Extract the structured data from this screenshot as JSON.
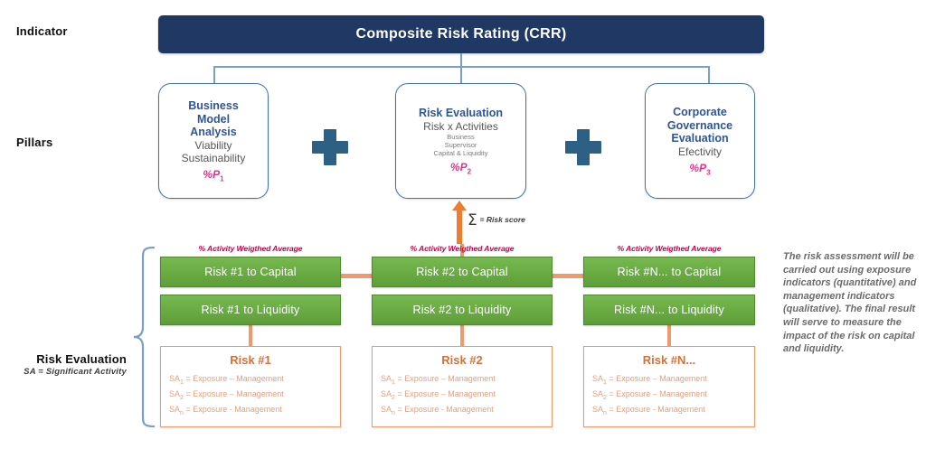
{
  "row_labels": {
    "indicator": "Indicator",
    "pillars": "Pillars",
    "risk_evaluation_title": "Risk Evaluation",
    "risk_evaluation_sub": "SA = Significant Activity"
  },
  "indicator": {
    "title": "Composite Risk Rating (CRR)"
  },
  "pillars": [
    {
      "id": "business-model-analysis",
      "title_lines": [
        "Business",
        "Model",
        "Analysis"
      ],
      "sub_lines": [
        "Viability",
        "Sustainability"
      ],
      "small_lines": [],
      "percent": "%P",
      "percent_sub": "1"
    },
    {
      "id": "risk-evaluation",
      "title_lines": [
        "Risk Evaluation"
      ],
      "sub_lines": [
        "Risk x Activities"
      ],
      "small_lines": [
        "Business",
        "Supervisor",
        "Capital & Liquidity"
      ],
      "percent": "%P",
      "percent_sub": "2"
    },
    {
      "id": "corporate-governance-evaluation",
      "title_lines": [
        "Corporate",
        "Governance",
        "Evaluation"
      ],
      "sub_lines": [
        "Efectivity"
      ],
      "small_lines": [],
      "percent": "%P",
      "percent_sub": "3"
    }
  ],
  "operators": {
    "plus_1": "plus-icon",
    "plus_2": "plus-icon"
  },
  "sigma_note": {
    "symbol": "Σ",
    "text": "= Risk score"
  },
  "columns": [
    {
      "id": "risk-1",
      "weighted_label": "% Activity Weigthed Average",
      "capital_label": "Risk #1 to Capital",
      "liquidity_label": "Risk #1 to Liquidity",
      "risk_title": "Risk #1",
      "risk_lines": [
        {
          "sa": "SA",
          "sub": "1",
          "formula": "= Exposure – Management"
        },
        {
          "sa": "SA",
          "sub": "2",
          "formula": "= Exposure – Management"
        },
        {
          "sa": "SA",
          "sub": "n",
          "formula": "= Exposure - Management"
        }
      ]
    },
    {
      "id": "risk-2",
      "weighted_label": "% Activity Weigthed Average",
      "capital_label": "Risk #2 to Capital",
      "liquidity_label": "Risk #2 to Liquidity",
      "risk_title": "Risk #2",
      "risk_lines": [
        {
          "sa": "SA",
          "sub": "1",
          "formula": "= Exposure – Management"
        },
        {
          "sa": "SA",
          "sub": "2",
          "formula": "= Exposure – Management"
        },
        {
          "sa": "SA",
          "sub": "n",
          "formula": "= Exposure - Management"
        }
      ]
    },
    {
      "id": "risk-n",
      "weighted_label": "% Activity Weigthed Average",
      "capital_label": "Risk #N... to Capital",
      "liquidity_label": "Risk #N... to Liquidity",
      "risk_title": "Risk #N...",
      "risk_lines": [
        {
          "sa": "SA",
          "sub": "1",
          "formula": "= Exposure – Management"
        },
        {
          "sa": "SA",
          "sub": "2",
          "formula": "= Exposure – Management"
        },
        {
          "sa": "SA",
          "sub": "n",
          "formula": "= Exposure - Management"
        }
      ]
    }
  ],
  "side_note": {
    "text": "The risk assessment will be carried out using exposure indicators (quantitative) and management indicators (qualitative). The final result will serve to measure the impact of the risk on capital and liquidity."
  },
  "colors": {
    "header_navy": "#1F3864",
    "pillar_border": "#4472A8",
    "pillar_title": "#2F5597",
    "plus_blue": "#2E5F85",
    "percent_pink": "#E8318A",
    "green_box": "#6BAE44",
    "orange": "#ED7D31",
    "orange_light": "#ED9B6C",
    "weighted_label_red": "#C00051",
    "connector_blue": "#7B9FC4"
  }
}
